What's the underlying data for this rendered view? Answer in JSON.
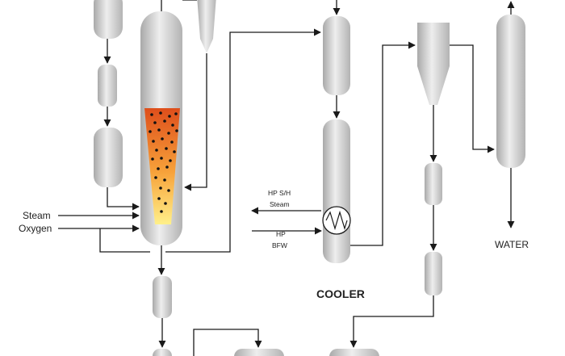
{
  "labels": {
    "steam": "Steam",
    "oxygen": "Oxygen",
    "hp_sh_line1": "HP S/H",
    "hp_sh_line2": "Steam",
    "hp_line1": "HP",
    "hp_line2": "BFW",
    "cooler": "COOLER",
    "water": "WATER"
  },
  "colors": {
    "vessel_fill": "#c9c9c9",
    "vessel_highlight": "#f2f2f2",
    "line": "#1a1a1a",
    "bed_top": "#e0521c",
    "bed_bottom": "#ffe27a",
    "particle": "#111111"
  },
  "icons": {
    "heat_exchanger": "heat-exchanger-icon",
    "arrow": "arrow-head-icon"
  }
}
